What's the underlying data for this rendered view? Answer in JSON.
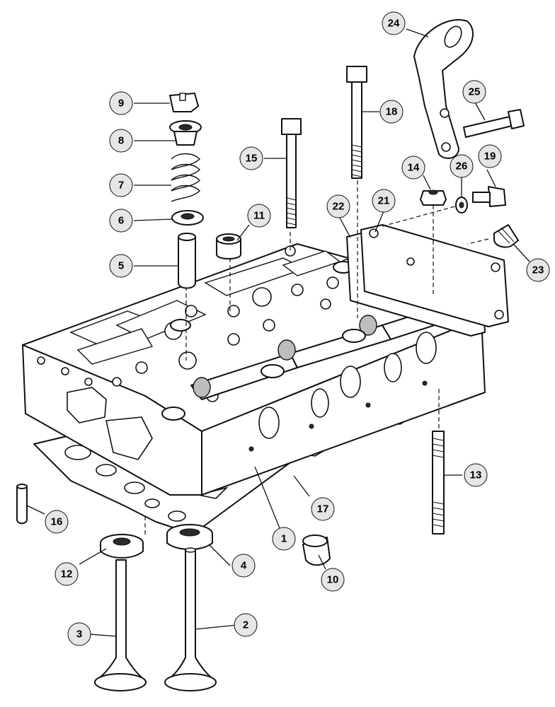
{
  "diagram": {
    "type": "exploded-parts-view",
    "callouts": [
      "1",
      "2",
      "3",
      "4",
      "5",
      "6",
      "7",
      "8",
      "9",
      "10",
      "11",
      "12",
      "13",
      "14",
      "15",
      "16",
      "17",
      "18",
      "19",
      "21",
      "22",
      "23",
      "24",
      "25",
      "26"
    ]
  }
}
